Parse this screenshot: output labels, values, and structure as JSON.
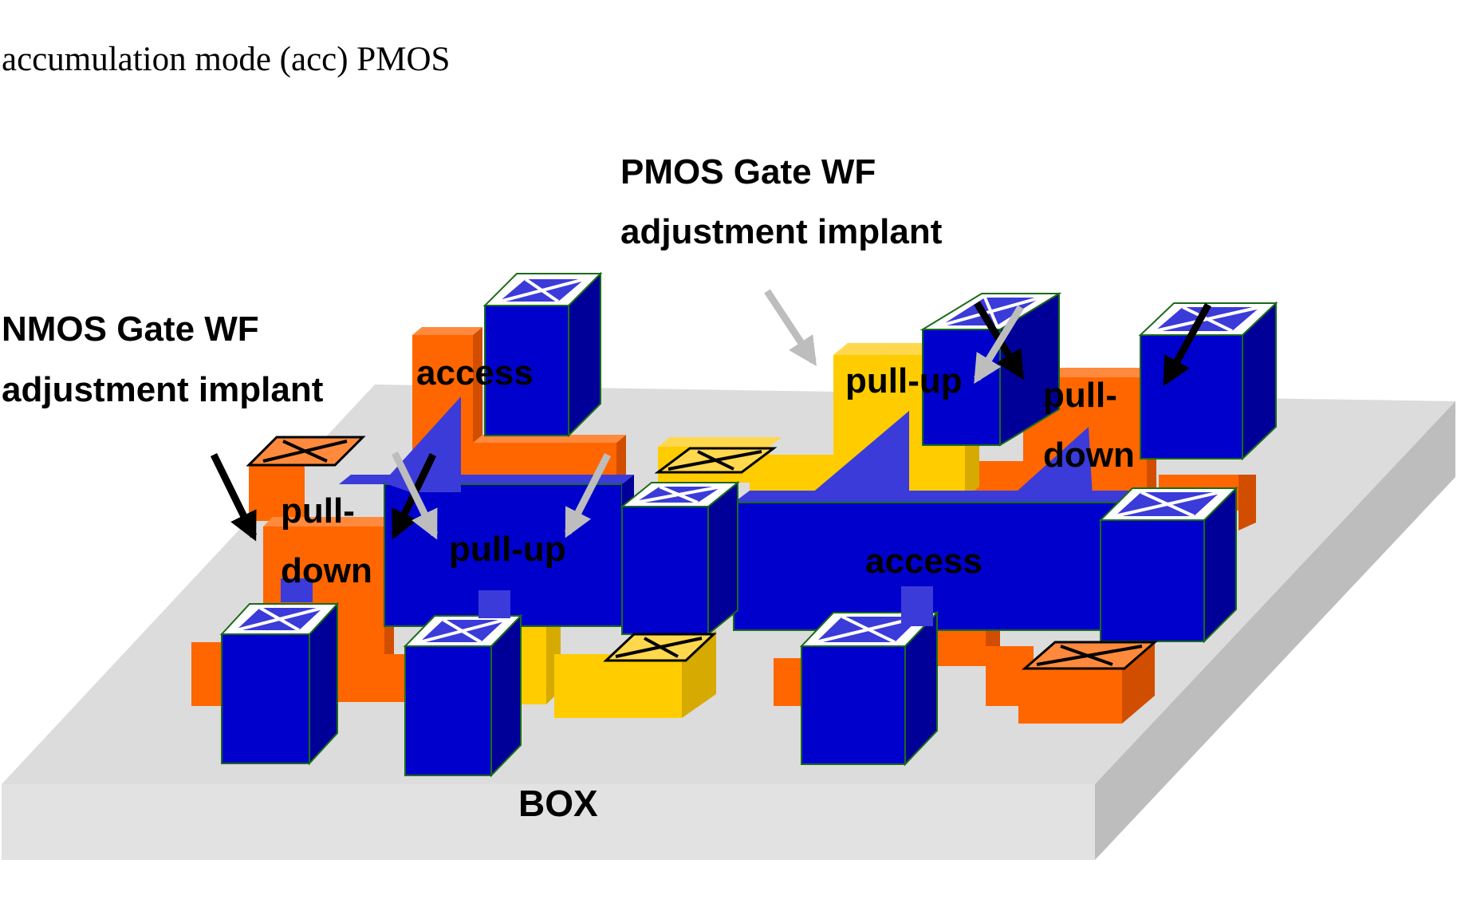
{
  "caption": "accumulation mode (acc) PMOS",
  "annotations": {
    "nmos_line1": "NMOS Gate WF",
    "nmos_line2": "adjustment implant",
    "pmos_line1": "PMOS Gate WF",
    "pmos_line2": "adjustment implant"
  },
  "labels": {
    "access_left": "access",
    "access_right": "access",
    "pullup_left": "pull-up",
    "pullup_right": "pull-up",
    "pulldown_left_1": "pull-",
    "pulldown_left_2": "down",
    "pulldown_right_1": "pull-",
    "pulldown_right_2": "down",
    "box": "BOX"
  },
  "colors": {
    "substrate_top": "#dcdcdc",
    "substrate_front": "#e2e2e2",
    "substrate_side": "#bdbdbd",
    "gate_blue_front": "#0000cc",
    "gate_blue_side": "#000099",
    "gate_blue_top": "#3b3bd9",
    "nmos_orange_front": "#ff6600",
    "nmos_orange_side": "#d14e00",
    "pmos_yellow_front": "#ffcc00",
    "pmos_yellow_side": "#d6aa00",
    "contact_outline": "#1a6b1a",
    "implant_nmos_arrow": "#000000",
    "implant_pmos_arrow": "#bdbdbd"
  }
}
